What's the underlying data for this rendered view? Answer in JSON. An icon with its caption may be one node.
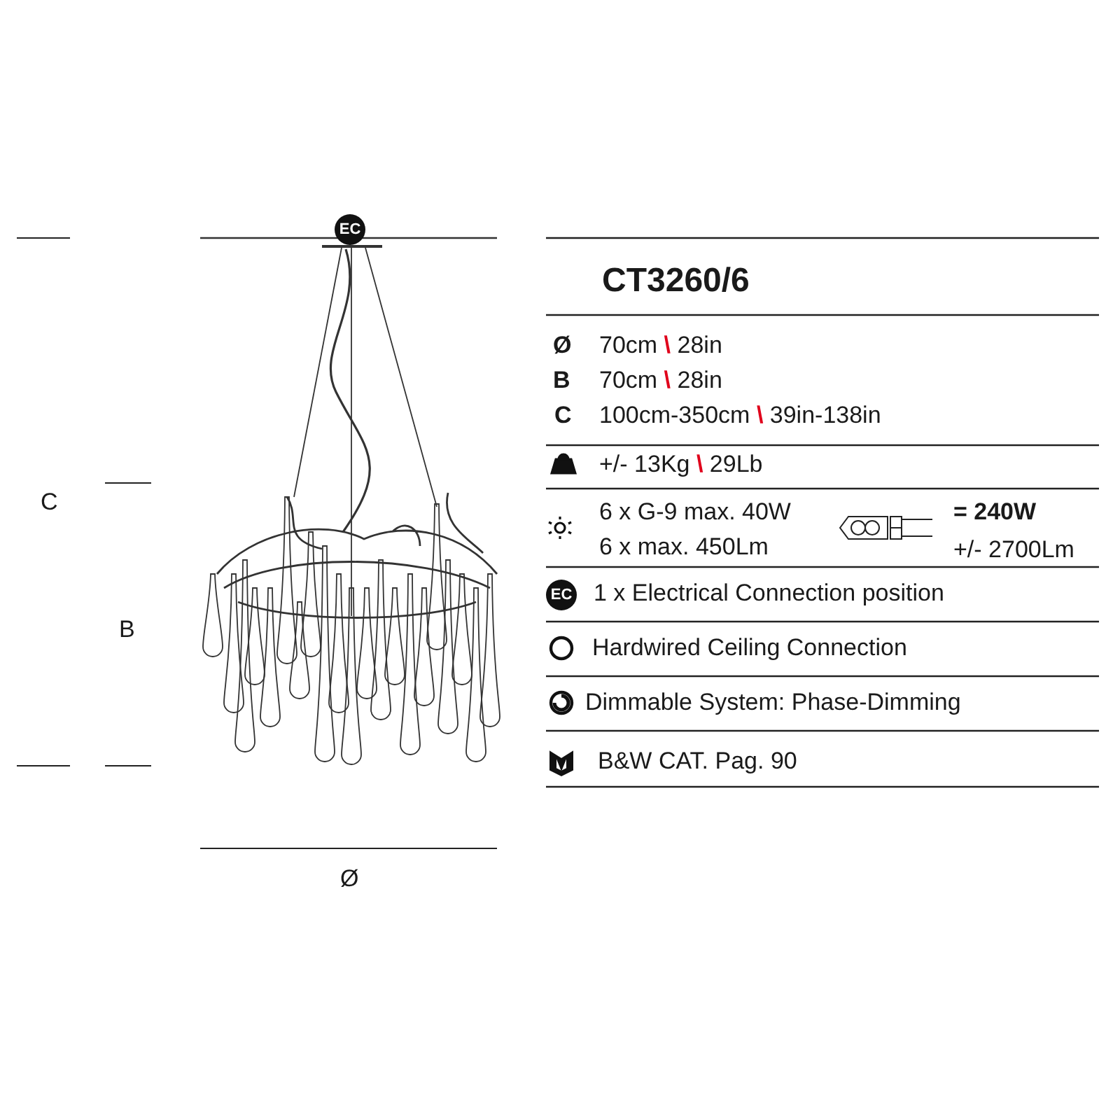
{
  "diagram": {
    "title": "CT3260/6",
    "labels": [
      "EC",
      "C",
      "B",
      "Ø",
      "Ø",
      "70cm \\ 28in",
      "B",
      "70cm \\ 28in",
      "C",
      "100cm-350cm \\ 39in-138in",
      "+/- 13Kg \\ 29Lb",
      "6 x G-9 max. 40W",
      "6 x max. 450Lm",
      "= 240W",
      "+/- 2700Lm",
      "EC",
      "1 x Electrical Connection position",
      "Hardwired Ceiling Connection",
      "Dimmable System: Phase-Dimming",
      "B&W CAT. Pag. 90"
    ]
  }
}
